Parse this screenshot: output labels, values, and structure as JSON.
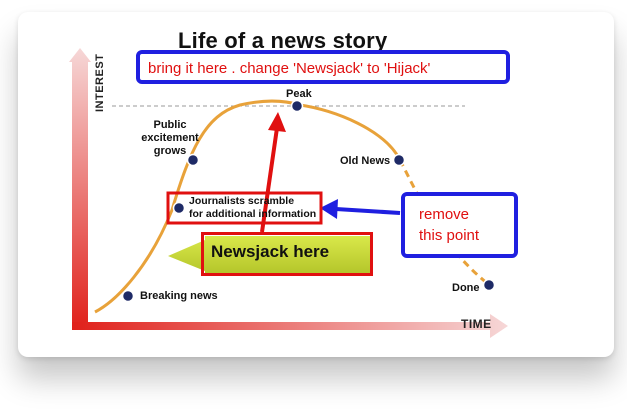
{
  "diagram": {
    "title": "Life of a news story",
    "y_axis_label": "INTEREST",
    "x_axis_label": "TIME",
    "points": {
      "breaking": "Breaking news",
      "public": [
        "Public",
        "excitement",
        "grows"
      ],
      "peak": "Peak",
      "old_news": "Old News",
      "journalists": [
        "Journalists scramble",
        "for additional information"
      ],
      "done": "Done"
    },
    "newsjack_label": "Newsjack here"
  },
  "annotations": {
    "instruction": "bring it here . change 'Newsjack' to 'Hijack'",
    "remove_note": [
      "remove",
      "this point"
    ]
  },
  "colors": {
    "curve": "#e8a23a",
    "marker": "#1e2a66",
    "axis_gradient_from": "#f2c6c6",
    "axis_gradient_to": "#e0201a",
    "callout_fill": "#c8dc36",
    "annotation_blue": "#1f1fe0",
    "annotation_red": "#e01010"
  }
}
